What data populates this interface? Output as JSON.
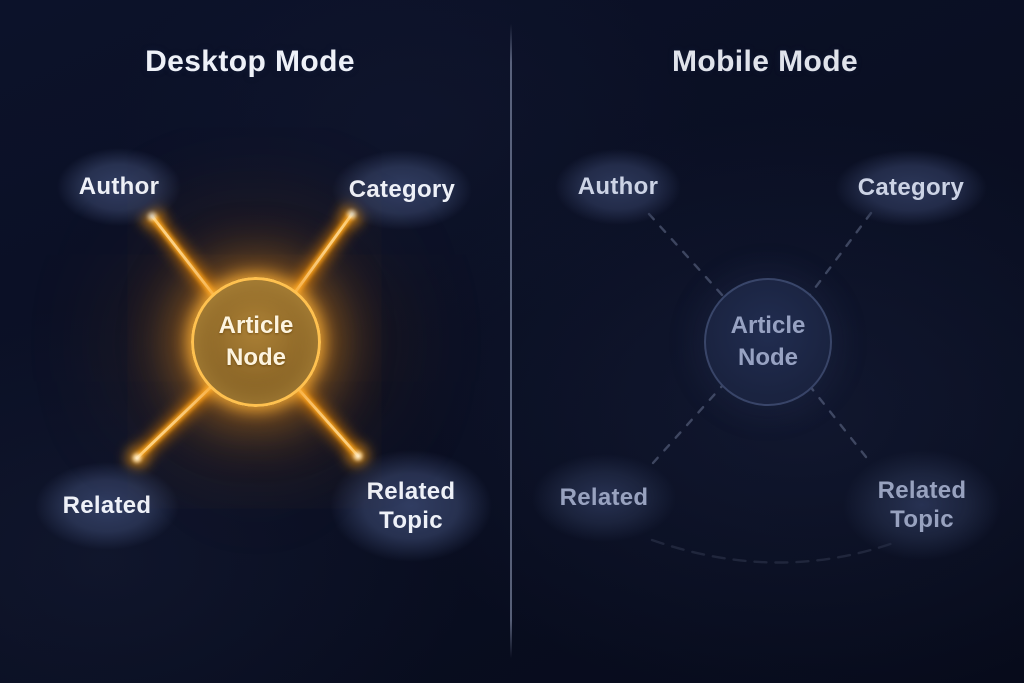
{
  "panels": {
    "desktop": {
      "title": "Desktop Mode",
      "center_node": "Article Node",
      "satellites": {
        "author": "Author",
        "category": "Category",
        "related": "Related",
        "related_topic": "Related Topic"
      },
      "link_style": "glowing-solid"
    },
    "mobile": {
      "title": "Mobile Mode",
      "center_node": "Article Node",
      "satellites": {
        "author": "Author",
        "category": "Category",
        "related": "Related",
        "related_topic": "Related Topic"
      },
      "link_style": "faint-dashed"
    }
  },
  "colors": {
    "background": "#0a0f23",
    "divider": "#97a2c0",
    "glow_core": "#ffd98e",
    "glow_mid": "#ffa81e",
    "glow_outer": "#e07e00",
    "center_node_fill": "#8a6527",
    "center_node_ring": "#ffc14f",
    "oval_fill": "#273150",
    "bright_text": "#eef1f8",
    "dim_text": "#98a2bf",
    "dashed_line": "#8793b4"
  }
}
